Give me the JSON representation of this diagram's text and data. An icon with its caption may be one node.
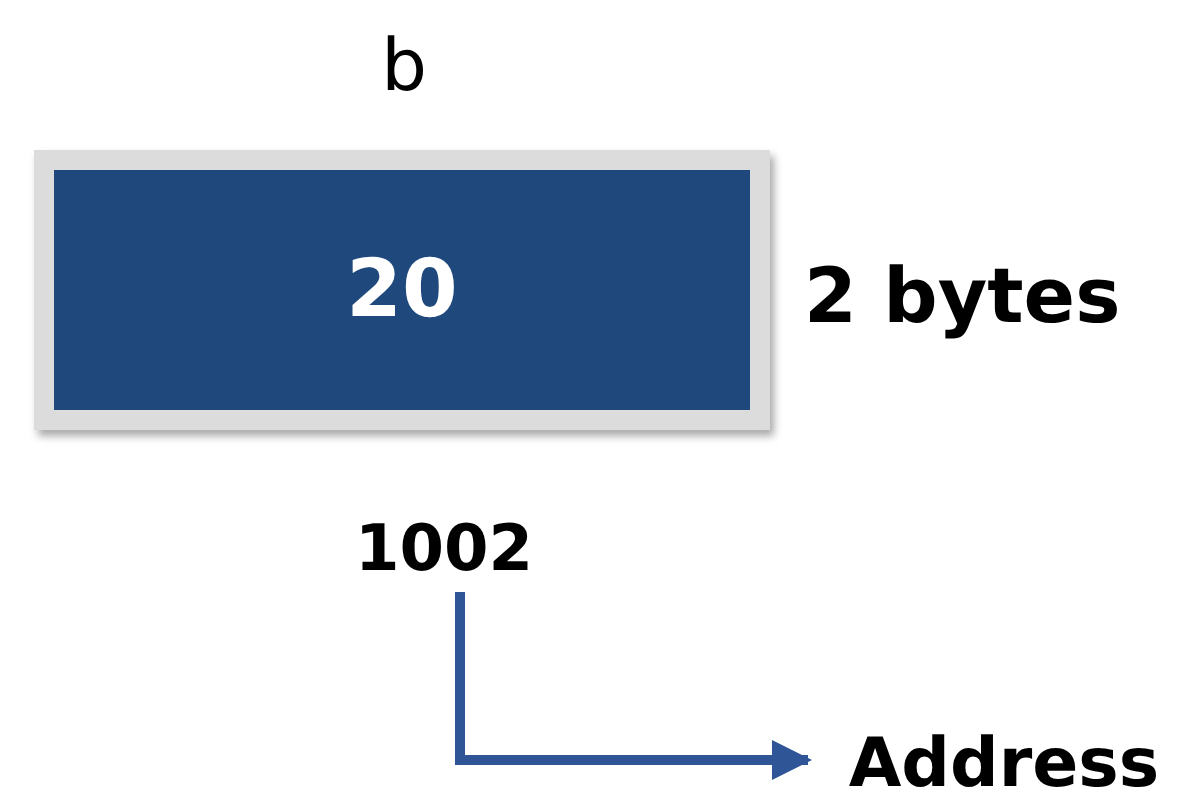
{
  "diagram": {
    "nodes": [
      {
        "text": [
          "b",
          "20"
        ],
        "beside": [
          "2 bytes"
        ]
      },
      {
        "text": [
          "1002"
        ]
      },
      {
        "text": [
          "Address"
        ]
      }
    ],
    "edges": [
      {
        "from": 1,
        "to": 2,
        "arrow": "to"
      }
    ]
  }
}
